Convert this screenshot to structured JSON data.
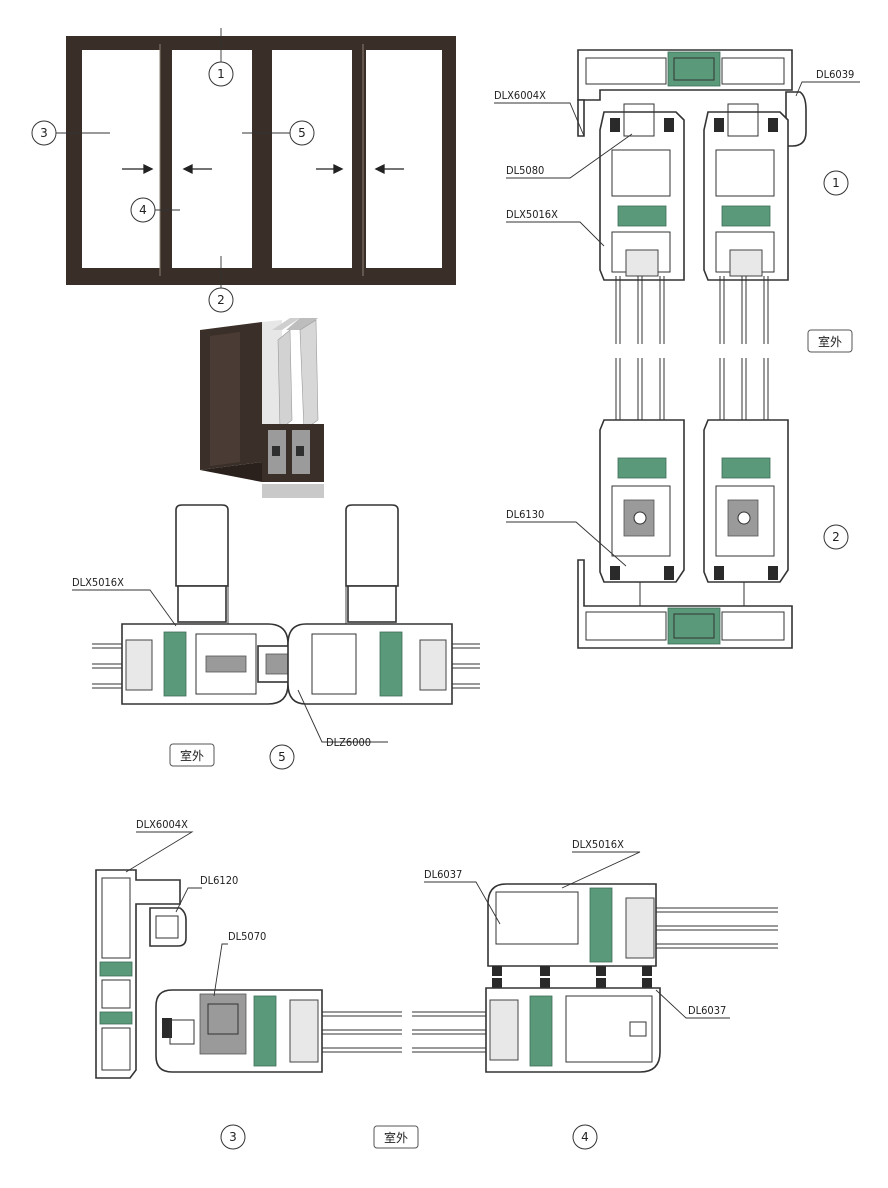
{
  "colors": {
    "frame": "#3a2f28",
    "line": "#333333",
    "thermal_break": "#5a9a7a",
    "seal": "#2a2a2a"
  },
  "elevation": {
    "callouts": [
      "1",
      "2",
      "3",
      "4",
      "5"
    ]
  },
  "vertical_section": {
    "labels": {
      "top_frame": "DLX6004X",
      "cover": "DL6039",
      "interlock": "DL5080",
      "sash": "DLX5016X",
      "roller": "DL6130"
    },
    "callouts": [
      "1",
      "2"
    ],
    "outside": "室外"
  },
  "meeting_section": {
    "labels": {
      "sash": "DLX5016X",
      "interlock": "DLZ6000"
    },
    "callout": "5",
    "outside": "室外"
  },
  "bottom_left_section": {
    "labels": {
      "frame": "DLX6004X",
      "adaptor": "DL6120",
      "lock": "DL5070"
    },
    "callout": "3"
  },
  "bottom_right_section": {
    "labels": {
      "cover_top": "DL6037",
      "sash": "DLX5016X",
      "cover_bottom": "DL6037"
    },
    "callout": "4"
  },
  "bottom_outside": "室外"
}
